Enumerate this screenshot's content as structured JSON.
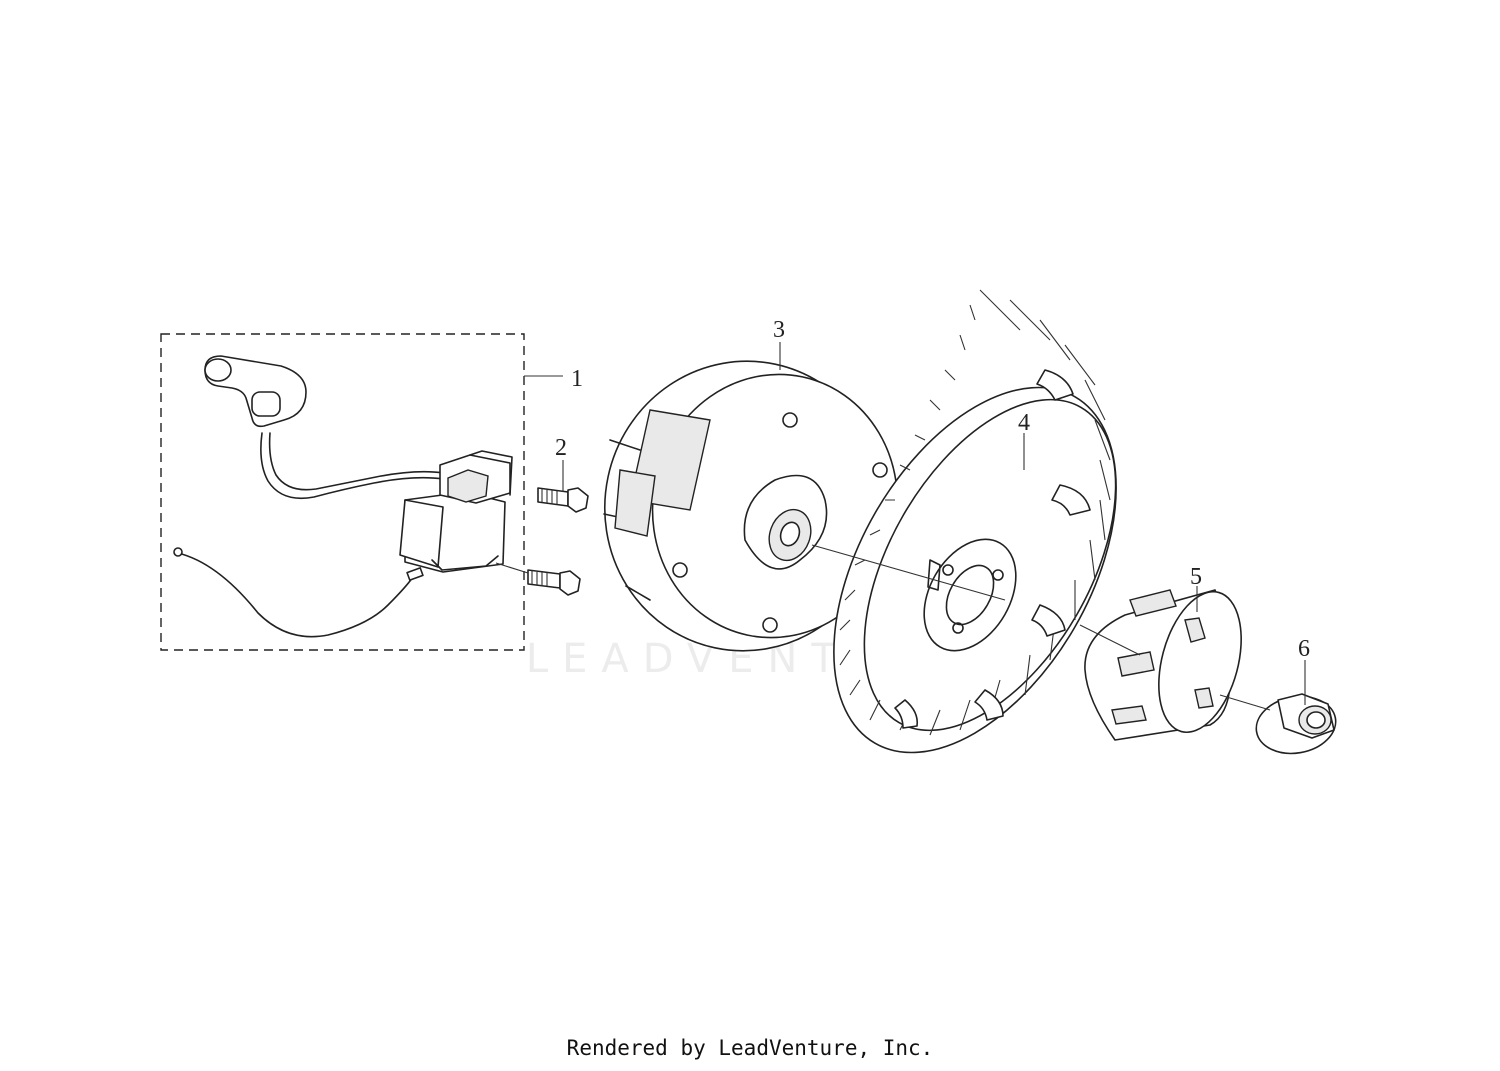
{
  "diagram": {
    "part_labels": [
      "1",
      "2",
      "3",
      "4",
      "5",
      "6"
    ],
    "watermark": "LEADVENTURE"
  },
  "footer": {
    "text": "Rendered by LeadVenture, Inc."
  }
}
